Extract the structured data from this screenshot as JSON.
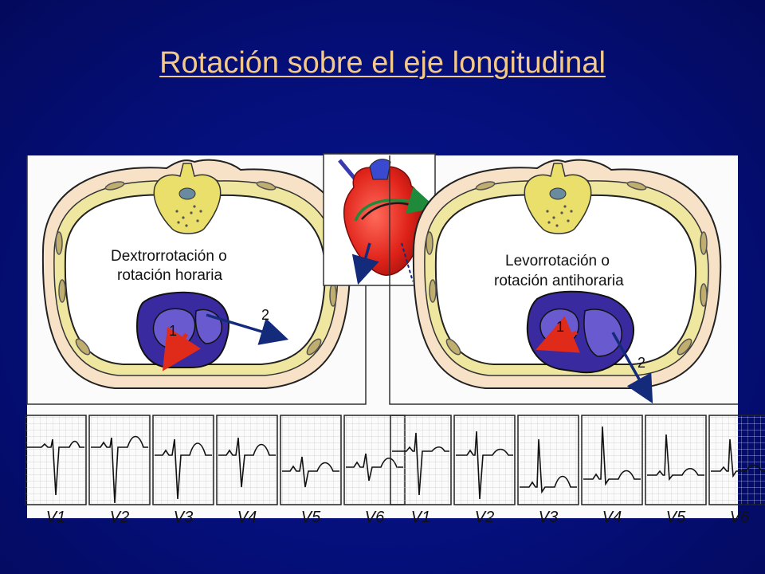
{
  "slide": {
    "title": "Rotación sobre el eje longitudinal"
  },
  "left_panel": {
    "label_line1": "Dextrorrotación o",
    "label_line2": "rotación horaria",
    "arrow1": "1",
    "arrow2": "2"
  },
  "right_panel": {
    "label_line1": "Levorrotación o",
    "label_line2": "rotación antihoraria",
    "arrow1": "1",
    "arrow2": "2"
  },
  "ecg_left": {
    "leads": [
      "V1",
      "V2",
      "V3",
      "V4",
      "V5",
      "V6"
    ]
  },
  "ecg_right": {
    "leads": [
      "V1",
      "V2",
      "V3",
      "V4",
      "V5",
      "V6"
    ]
  },
  "colors": {
    "background": "#050f7a",
    "title": "#f3c98a",
    "heart_fill": "#3a2aa0",
    "vector1": "#e02a1a",
    "vector2": "#142a7a"
  }
}
